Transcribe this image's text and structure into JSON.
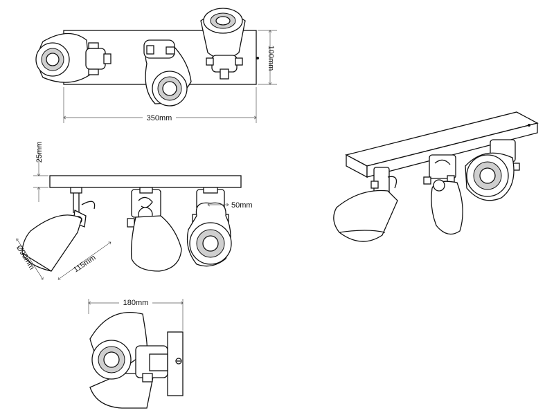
{
  "dimensions": {
    "width_top": "350mm",
    "height_top": "100mm",
    "plate_thickness": "25mm",
    "arm_offset": "50mm",
    "shade_diameter": "Ø90mm",
    "shade_length": "115mm",
    "depth_side": "180mm"
  },
  "colors": {
    "line": "#111111",
    "background": "#ffffff",
    "shade_interior": "#cfcfcf"
  }
}
